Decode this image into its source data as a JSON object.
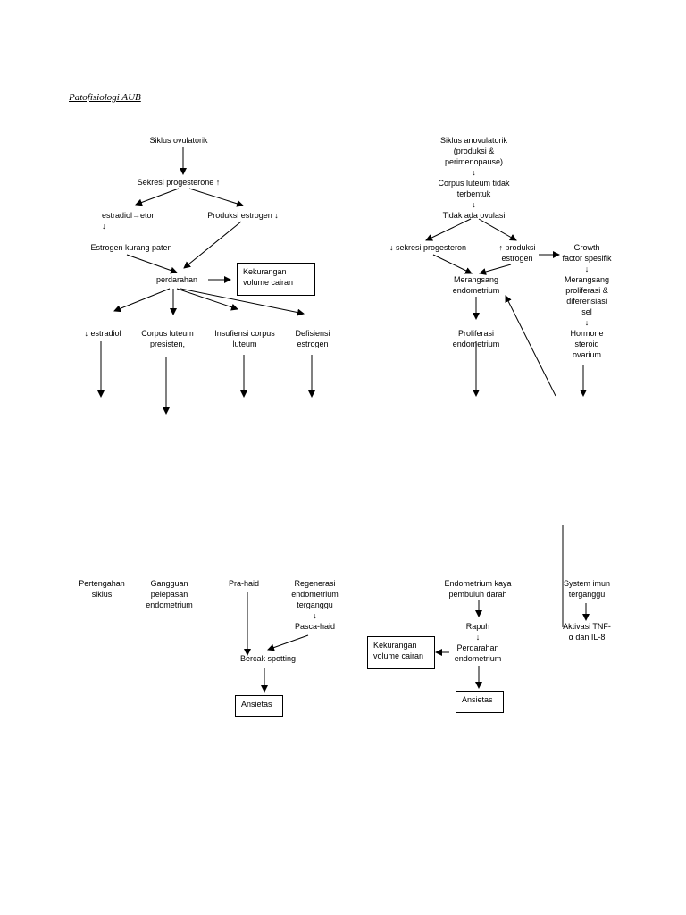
{
  "title": "Patofisiologi AUB",
  "left": {
    "siklus": "Siklus ovulatorik",
    "sekresi": "Sekresi progesterone ↑",
    "estradiol_eton": "estradiol→eton\n↓",
    "produksi_estrogen": "Produksi estrogen ↓",
    "estrogen_kurang": "Estrogen kurang paten",
    "perdarahan": "perdarahan",
    "kekurangan": "Kekurangan\nvolume cairan",
    "estradiol_down": "↓ estradiol",
    "corpus_luteum": "Corpus luteum\npresisten,",
    "insufiensi": "Insufiensi corpus\nluteum",
    "defisiensi": "Defisiensi\nestrogen",
    "pertengahan": "Pertengahan\nsiklus",
    "gangguan": "Gangguan\npelepasan\nendometrium",
    "prahaid": "Pra-haid",
    "regenerasi": "Regenerasi\nendometrium\nterganggu\n↓\nPasca-haid",
    "bercak": "Bercak spotting",
    "ansietas": "Ansietas"
  },
  "right": {
    "siklus_an": "Siklus anovulatorik\n(produksi &\nperimenopause)\n↓\nCorpus luteum tidak\nterbentuk\n↓\nTidak ada ovulasi",
    "sekresi_prog": "↓ sekresi progesteron",
    "produksi_est": "↑ produksi\nestrogen",
    "growth": "Growth\nfactor spesifik\n↓\nMerangsang\nproliferasi &\ndiferensiasi\nsel\n↓\nHormone\nsteroid\novarium",
    "merangsang": "Merangsang\nendometrium",
    "proliferasi": "Proliferasi\nendometrium",
    "endometrium_kaya": "Endometrium kaya\npembuluh darah",
    "rapuh": "Rapuh\n↓\nPerdarahan\nendometrium",
    "kekurangan": "Kekurangan\nvolume cairan",
    "ansietas": "Ansietas",
    "system_imun": "System imun\nterganggu",
    "aktivasi": "Aktivasi TNF-\nα dan IL-8"
  }
}
